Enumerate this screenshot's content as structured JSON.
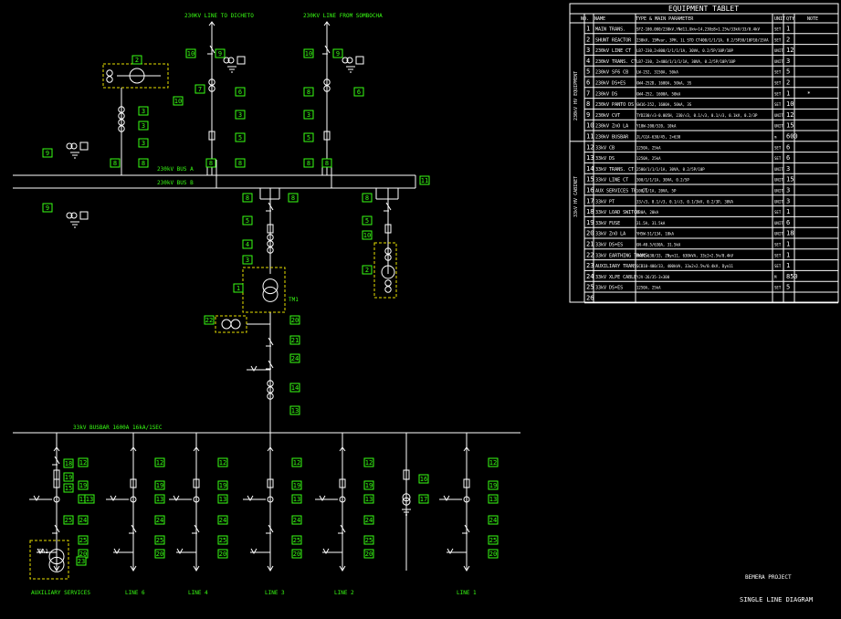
{
  "diagram": {
    "lines_in": [
      "230KV LINE TO DICHETO",
      "230KV LINE FROM SOMBOCHA"
    ],
    "busbars": {
      "a": "230kV BUS A",
      "b": "230kV BUS B",
      "low": "33kV BUSBAR 1600A 16kA/1SEC"
    },
    "transformers": {
      "main": "TM1",
      "aux": "TA1"
    },
    "feeders": [
      "AUXILIARY SERVICES",
      "LINE 6",
      "LINE 4",
      "LINE 3",
      "LINE 2",
      "LINE 1"
    ],
    "project": "BEMERA PROJECT",
    "drawing_title": "SINGLE LINE DIAGRAM",
    "tag_labels": [
      "1",
      "2",
      "3",
      "4",
      "5",
      "6",
      "7",
      "8",
      "9",
      "10",
      "11",
      "12",
      "13",
      "14",
      "15",
      "16",
      "17",
      "18",
      "19",
      "20",
      "21",
      "22",
      "23",
      "24",
      "25",
      "26"
    ]
  },
  "table": {
    "title": "EQUIPMENT TABLET",
    "headers": [
      "NO.",
      "NAME",
      "TYPE & MAIN PARAMETER",
      "UNIT",
      "QTY",
      "NOTE"
    ],
    "groups": [
      "230kV HV EQUIPMENT",
      "33kV HV CABINET"
    ],
    "rows": [
      {
        "no": "1",
        "name": "MAIN TRANS.",
        "param": "SFZ-100,000/230kV,YNd11,Uk%=14,230±8×1.25%/33kV/33/0.4kV",
        "unit": "SET",
        "qty": "1",
        "note": ""
      },
      {
        "no": "2",
        "name": "SHUNT REACTOR",
        "param": "230kV, 15Mvar, 3PH, 1L  STD CT400/1/1/1A, 0.2/5P30/10P10/15VA",
        "unit": "SET",
        "qty": "2",
        "note": ""
      },
      {
        "no": "3",
        "name": "230kV LINE CT",
        "param": "LB7-230,2×800/1/1/1/1A, 30VA, 0.2/5P/10P/10P",
        "unit": "UNIT",
        "qty": "12",
        "note": ""
      },
      {
        "no": "4",
        "name": "230kV TRANS. CT",
        "param": "LB7-230, 2×400/1/1/1/1A, 30VA, 0.2/5P/10P/10P",
        "unit": "UNIT",
        "qty": "3",
        "note": ""
      },
      {
        "no": "5",
        "name": "230kV SF6 CB",
        "param": "LW-252, 3150A, 50kA",
        "unit": "SET",
        "qty": "5",
        "note": ""
      },
      {
        "no": "6",
        "name": "230kV DS+ES",
        "param": "GW4-252D, 1600A, 50kA, 3S",
        "unit": "SET",
        "qty": "2",
        "note": ""
      },
      {
        "no": "7",
        "name": "230kV DS",
        "param": "GW4-252, 1600A, 50kA",
        "unit": "SET",
        "qty": "1",
        "note": "*"
      },
      {
        "no": "8",
        "name": "230kV PANTO DS",
        "param": "GW16-252, 1600A, 50kA, 3S",
        "unit": "SET",
        "qty": "10",
        "note": ""
      },
      {
        "no": "9",
        "name": "230kV CVT",
        "param": "TYD230/√3-0.005H, 230/√3, 0.1/√3, 0.1/√3, 0.1kV, 0.2/3P",
        "unit": "UNIT",
        "qty": "12",
        "note": ""
      },
      {
        "no": "10",
        "name": "230kV ZnO LA",
        "param": "Y10W-200/520, 10kA",
        "unit": "UNIT",
        "qty": "15",
        "note": ""
      },
      {
        "no": "11",
        "name": "230kV BUSBAR",
        "param": "JL/G1A-630/45, 2×630",
        "unit": "m",
        "qty": "600",
        "note": ""
      },
      {
        "no": "12",
        "name": "33kV CB",
        "param": "1250A, 25kA",
        "unit": "SET",
        "qty": "6",
        "note": ""
      },
      {
        "no": "13",
        "name": "33kV DS",
        "param": "1250A, 25kA",
        "unit": "SET",
        "qty": "6",
        "note": ""
      },
      {
        "no": "14",
        "name": "33kV TRANS. CT",
        "param": "2500/1/1/1/1A, 30VA, 0.2/5P/10P",
        "unit": "UNIT",
        "qty": "3",
        "note": ""
      },
      {
        "no": "15",
        "name": "33kV LINE CT",
        "param": "300/1/1/1A, 30VA, 0.2/5P",
        "unit": "UNIT",
        "qty": "15",
        "note": ""
      },
      {
        "no": "16",
        "name": "AUX SERVICES TR. CT",
        "param": "100/1/1A, 20VA, 5P",
        "unit": "UNIT",
        "qty": "3",
        "note": ""
      },
      {
        "no": "17",
        "name": "33kV PT",
        "param": "33/√3, 0.1/√3, 0.1/√3, 0.1/3kV, 0.2/3P, 30VA",
        "unit": "UNIT",
        "qty": "3",
        "note": ""
      },
      {
        "no": "18",
        "name": "33kV LOAD SWITCH",
        "param": "630A, 20kA",
        "unit": "SET",
        "qty": "1",
        "note": ""
      },
      {
        "no": "19",
        "name": "33kV FUSE",
        "param": "31.5A, 31.5kA",
        "unit": "UNIT",
        "qty": "6",
        "note": ""
      },
      {
        "no": "20",
        "name": "33kV ZnO LA",
        "param": "YH5W-51/134, 10kA",
        "unit": "UNIT",
        "qty": "18",
        "note": ""
      },
      {
        "no": "21",
        "name": "33kV DS+ES",
        "param": "GN-40.5/630A, 31.5kA",
        "unit": "SET",
        "qty": "1",
        "note": ""
      },
      {
        "no": "22",
        "name": "33kV EARTHING TRANS.",
        "param": "DKSC-630/33, ZNyn11, 630kVA, 33±2×2.5%/0.4kV",
        "unit": "SET",
        "qty": "1",
        "note": ""
      },
      {
        "no": "23",
        "name": "AUXILIARY TRANS.",
        "param": "SCB10-400/33, 400kVA, 33±2×2.5%/0.4kV, Dyn11",
        "unit": "SET",
        "qty": "1",
        "note": ""
      },
      {
        "no": "24",
        "name": "33kV XLPE CABLE",
        "param": "YJV-26/35-3×300",
        "unit": "M",
        "qty": "850",
        "note": ""
      },
      {
        "no": "25",
        "name": "33kV DS+ES",
        "param": "1250A, 25kA",
        "unit": "SET",
        "qty": "5",
        "note": ""
      },
      {
        "no": "26",
        "name": "",
        "param": "",
        "unit": "",
        "qty": "",
        "note": ""
      }
    ]
  }
}
